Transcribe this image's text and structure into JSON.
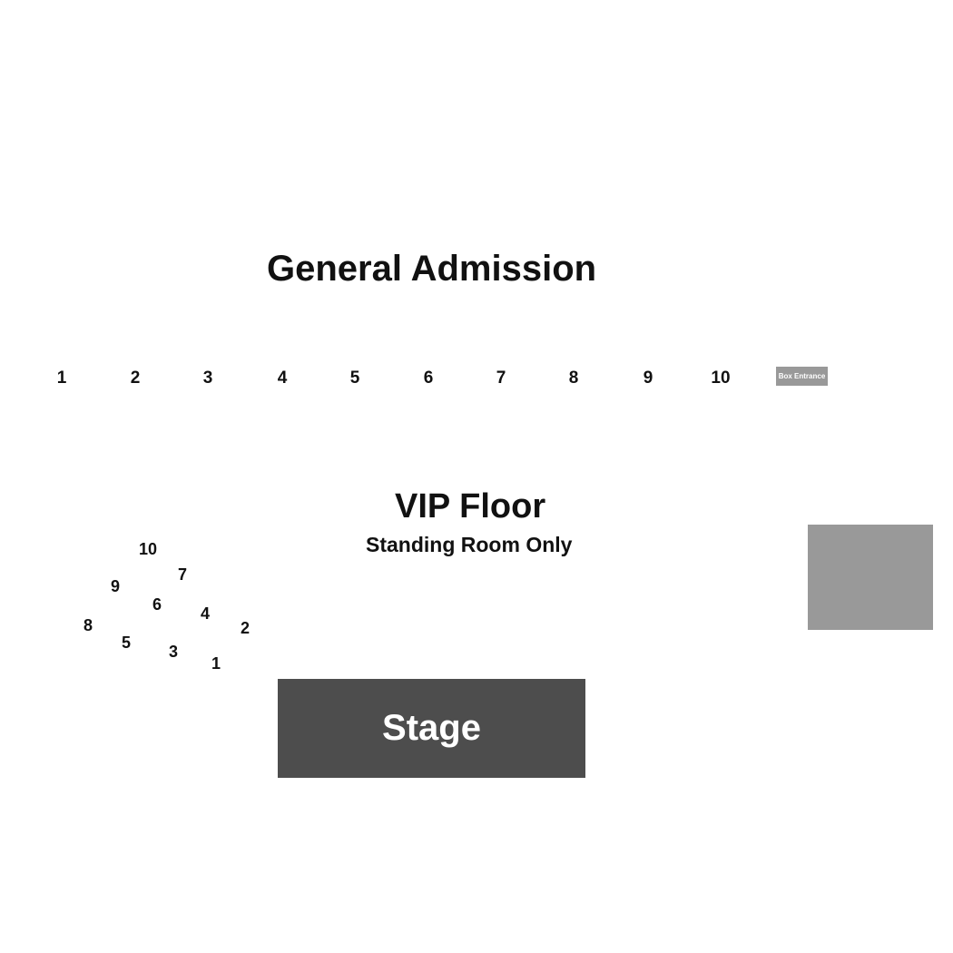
{
  "general_admission": {
    "title": "General Admission",
    "rows": [
      "1",
      "2",
      "3",
      "4",
      "5",
      "6",
      "7",
      "8",
      "9",
      "10"
    ],
    "box_entrance_label": "Box Entrance"
  },
  "vip_floor": {
    "title": "VIP Floor",
    "subtitle": "Standing Room Only"
  },
  "boxes": [
    "10",
    "7",
    "9",
    "6",
    "4",
    "8",
    "2",
    "5",
    "3",
    "1"
  ],
  "stage": {
    "label": "Stage"
  },
  "colors": {
    "stage": "#4d4d4d",
    "side_box": "#999999",
    "box_entrance": "#999999",
    "text": "#111111"
  }
}
